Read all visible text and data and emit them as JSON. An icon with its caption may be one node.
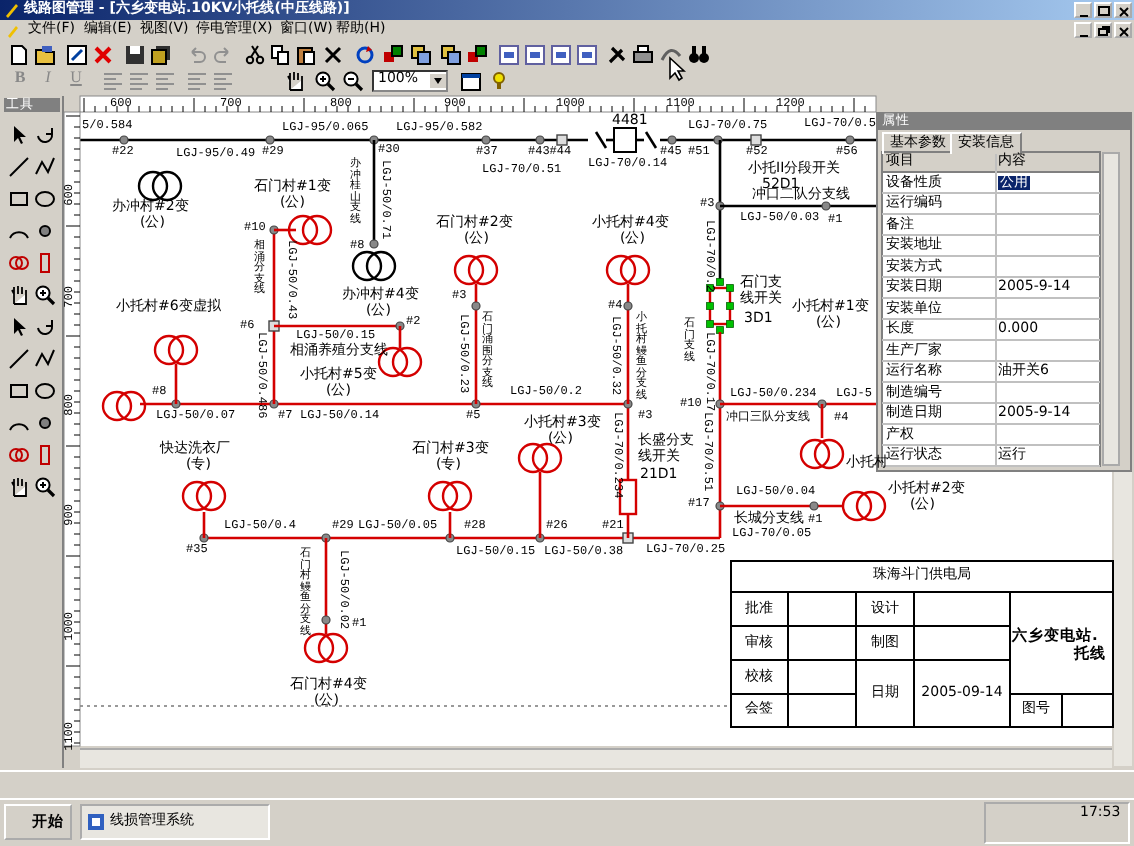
{
  "diagram": {
    "title": "线路图管理 - [六乡变电站.10KV小托线(中压线路)]",
    "labels": [
      "文件(F)",
      "编辑(E)",
      "视图(V)",
      "停电管理(X)",
      "窗口(W)",
      "帮助(H)",
      "B",
      "I",
      "U",
      "100%",
      "工具",
      "600",
      "700",
      "800",
      "900",
      "1000",
      "1100",
      "1200",
      "600",
      "700",
      "800",
      "900",
      "1000",
      "1100",
      "5/0.584",
      "#22",
      "LGJ-95/0.49",
      "#29",
      "LGJ-95/0.065",
      "#30",
      "LGJ-95/0.582",
      "#37",
      "LGJ-70/0.51",
      "#43#44",
      "4481",
      "LGJ-70/0.14",
      "#45",
      "#51",
      "LGJ-70/0.75",
      "#52",
      "LGJ-70/0.5",
      "#56",
      "小托II分段开关",
      "52D1",
      "办冲桂山支线",
      "LGJ-50/0.71",
      "办冲村#2变",
      "(公)",
      "石门村#1变",
      "(公)",
      "#10",
      "相涌分支线",
      "LGJ-50/0.43",
      "#8",
      "小托村#6变虚拟",
      "办冲村#4变",
      "(公)",
      "#6",
      "LGJ-50/0.15",
      "#2",
      "相涌养殖分支线",
      "小托村#5变",
      "(公)",
      "LGJ-50/0.486",
      "石门村#2变",
      "(公)",
      "#3",
      "LGJ-50/0.23",
      "石门涌围分支线",
      "小托村#4变",
      "(公)",
      "#4",
      "LGJ-50/0.32",
      "小托村鳗鱼分支线",
      "#8",
      "LGJ-50/0.2",
      "LGJ-50/0.07",
      "#7",
      "LGJ-50/0.14",
      "#5",
      "#3",
      "#3",
      "冲口二队分支线",
      "LGJ-50/0.03",
      "#1",
      "LGJ-70/0.2",
      "石门支线开关",
      "3D1",
      "小托村#1变",
      "(公)",
      "石门支线",
      "LGJ-70/0.17",
      "#10",
      "LGJ-50/0.234",
      "LGJ-5",
      "冲口三队分支线",
      "#4",
      "LGJ-70/0.51",
      "小托村",
      "#17",
      "LGJ-50/0.04",
      "长城分支线",
      "LGJ-70/0.05",
      "#1",
      "小托村#2变",
      "(公)",
      "小托村#3变",
      "(公)",
      "LGJ-70/0.234",
      "长盛分支线开关",
      "21D1",
      "#21",
      "LGJ-70/0.25",
      "快达洗衣厂",
      "(专)",
      "#35",
      "LGJ-50/0.4",
      "#29",
      "LGJ-50/0.05",
      "石门村#3变",
      "(专)",
      "#28",
      "LGJ-50/0.15",
      "#26",
      "LGJ-50/0.38",
      "石门村鳗鱼分支线",
      "LGJ-50/0.02",
      "#1",
      "石门村#4变",
      "(公)",
      "属性",
      "基本参数",
      "安装信息",
      "项目",
      "内容",
      "设备性质",
      "公用",
      "运行编码",
      "备注",
      "安装地址",
      "安装方式",
      "安装日期",
      "2005-9-14",
      "安装单位",
      "长度",
      "0.000",
      "生产厂家",
      "运行名称",
      "油开关6",
      "制造编号",
      "制造日期",
      "2005-9-14",
      "产权",
      "运行状态",
      "运行",
      "珠海斗门供电局",
      "批准",
      "设计",
      "六乡变电站.",
      "托线",
      "审核",
      "制图",
      "校核",
      "日期",
      "2005-09-14",
      "会签",
      "图号",
      "开始",
      "线损管理系统",
      "17:53"
    ]
  }
}
